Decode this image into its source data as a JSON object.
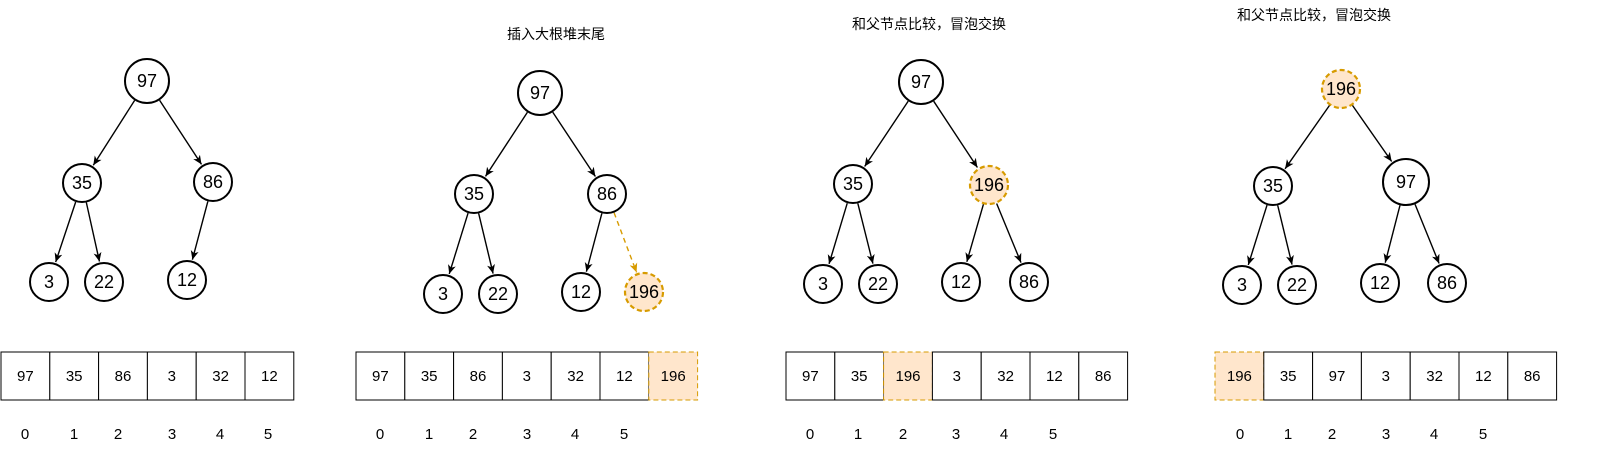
{
  "style": {
    "highlight_fill": "#ffe6cc",
    "highlight_stroke": "#d79b00",
    "normal_stroke": "#000000",
    "normal_fill": "#ffffff"
  },
  "panels": [
    {
      "title": "",
      "nodes": [
        {
          "id": "a",
          "value": "97"
        },
        {
          "id": "b",
          "value": "35"
        },
        {
          "id": "c",
          "value": "86"
        },
        {
          "id": "d",
          "value": "3"
        },
        {
          "id": "e",
          "value": "22"
        },
        {
          "id": "f",
          "value": "12"
        }
      ],
      "edges": [
        [
          "a",
          "b"
        ],
        [
          "a",
          "c"
        ],
        [
          "b",
          "d"
        ],
        [
          "b",
          "e"
        ],
        [
          "c",
          "f"
        ]
      ],
      "array": [
        "97",
        "35",
        "86",
        "3",
        "32",
        "12"
      ],
      "indices": [
        "0",
        "1",
        "2",
        "3",
        "4",
        "5"
      ]
    },
    {
      "title": "插入大根堆末尾",
      "nodes": [
        {
          "id": "a",
          "value": "97"
        },
        {
          "id": "b",
          "value": "35"
        },
        {
          "id": "c",
          "value": "86"
        },
        {
          "id": "d",
          "value": "3"
        },
        {
          "id": "e",
          "value": "22"
        },
        {
          "id": "f",
          "value": "12"
        },
        {
          "id": "g",
          "value": "196",
          "highlight": true
        }
      ],
      "edges": [
        [
          "a",
          "b"
        ],
        [
          "a",
          "c"
        ],
        [
          "b",
          "d"
        ],
        [
          "b",
          "e"
        ],
        [
          "c",
          "f"
        ],
        [
          "c",
          "g",
          "dashed"
        ]
      ],
      "array": [
        "97",
        "35",
        "86",
        "3",
        "32",
        "12",
        "196"
      ],
      "array_highlight": [
        6
      ],
      "indices": [
        "0",
        "1",
        "2",
        "3",
        "4",
        "5"
      ]
    },
    {
      "title": "和父节点比较，冒泡交换",
      "nodes": [
        {
          "id": "a",
          "value": "97"
        },
        {
          "id": "b",
          "value": "35"
        },
        {
          "id": "c",
          "value": "196",
          "highlight": true
        },
        {
          "id": "d",
          "value": "3"
        },
        {
          "id": "e",
          "value": "22"
        },
        {
          "id": "f",
          "value": "12"
        },
        {
          "id": "g",
          "value": "86"
        }
      ],
      "edges": [
        [
          "a",
          "b"
        ],
        [
          "a",
          "c"
        ],
        [
          "b",
          "d"
        ],
        [
          "b",
          "e"
        ],
        [
          "c",
          "f"
        ],
        [
          "c",
          "g"
        ]
      ],
      "array": [
        "97",
        "35",
        "196",
        "3",
        "32",
        "12",
        "86"
      ],
      "array_highlight": [
        2
      ],
      "indices": [
        "0",
        "1",
        "2",
        "3",
        "4",
        "5"
      ]
    },
    {
      "title": "和父节点比较，冒泡交换",
      "nodes": [
        {
          "id": "a",
          "value": "196",
          "highlight": true
        },
        {
          "id": "b",
          "value": "35"
        },
        {
          "id": "c",
          "value": "97"
        },
        {
          "id": "d",
          "value": "3"
        },
        {
          "id": "e",
          "value": "22"
        },
        {
          "id": "f",
          "value": "12"
        },
        {
          "id": "g",
          "value": "86"
        }
      ],
      "edges": [
        [
          "a",
          "b"
        ],
        [
          "a",
          "c"
        ],
        [
          "b",
          "d"
        ],
        [
          "b",
          "e"
        ],
        [
          "c",
          "f"
        ],
        [
          "c",
          "g"
        ]
      ],
      "array": [
        "196",
        "35",
        "97",
        "3",
        "32",
        "12",
        "86"
      ],
      "array_highlight": [
        0
      ],
      "indices": [
        "0",
        "1",
        "2",
        "3",
        "4",
        "5"
      ]
    }
  ]
}
